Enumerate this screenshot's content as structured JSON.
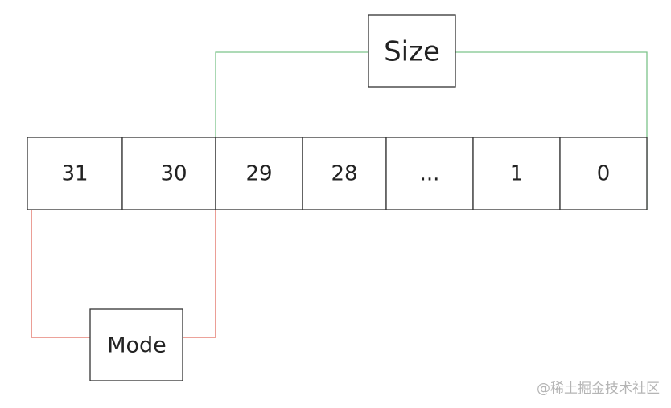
{
  "diagram": {
    "cells": [
      "31",
      "30",
      "29",
      "28",
      "...",
      "1",
      "0"
    ],
    "size_label": "Size",
    "mode_label": "Mode",
    "colors": {
      "cell_border": "#333333",
      "size_bracket": "#7cc48a",
      "mode_bracket": "#e06a5e",
      "text": "#222222"
    }
  },
  "watermark": "@稀土掘金技术社区"
}
